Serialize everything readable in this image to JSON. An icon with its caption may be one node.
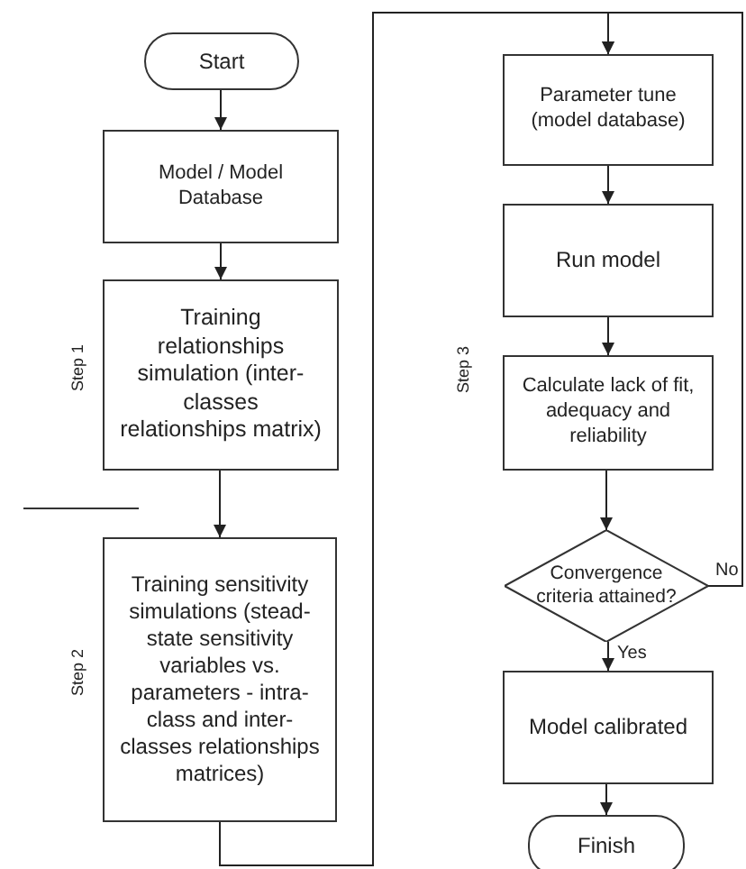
{
  "diagram": {
    "nodes": [
      {
        "text": [
          "Start"
        ]
      },
      {
        "text": [
          "Model / Model Database"
        ]
      },
      {
        "text": [
          "Training relationships simulation (inter-classes relationships matrix)"
        ]
      },
      {
        "text": [
          "Training sensitivity simulations (stead-state sensitivity variables vs. parameters - intra-class and inter-classes relationships matrices)"
        ]
      },
      {
        "text": [
          "Parameter tune (model database)"
        ]
      },
      {
        "text": [
          "Run model"
        ]
      },
      {
        "text": [
          "Calculate lack of fit, adequacy and reliability"
        ]
      },
      {
        "text": [
          "Convergence criteria attained?"
        ]
      },
      {
        "text": [
          "Model calibrated"
        ]
      },
      {
        "text": [
          "Finish"
        ]
      }
    ],
    "edges": [
      {
        "from": 0,
        "to": 1,
        "arrow": "to"
      },
      {
        "from": 1,
        "to": 2,
        "arrow": "to"
      },
      {
        "from": 2,
        "to": 3,
        "arrow": "to"
      },
      {
        "from": 3,
        "to": 4,
        "arrow": "to"
      },
      {
        "from": 4,
        "to": 5,
        "arrow": "to"
      },
      {
        "from": 5,
        "to": 6,
        "arrow": "to"
      },
      {
        "from": 6,
        "to": 7,
        "arrow": "to"
      },
      {
        "from": 7,
        "to": 8,
        "arrow": "to",
        "label": "Yes"
      },
      {
        "from": 7,
        "to": 4,
        "arrow": "to",
        "label": "No"
      },
      {
        "from": 8,
        "to": 9,
        "arrow": "to"
      }
    ],
    "labels": [
      "Step 1",
      "Step 2",
      "Step 3"
    ]
  }
}
